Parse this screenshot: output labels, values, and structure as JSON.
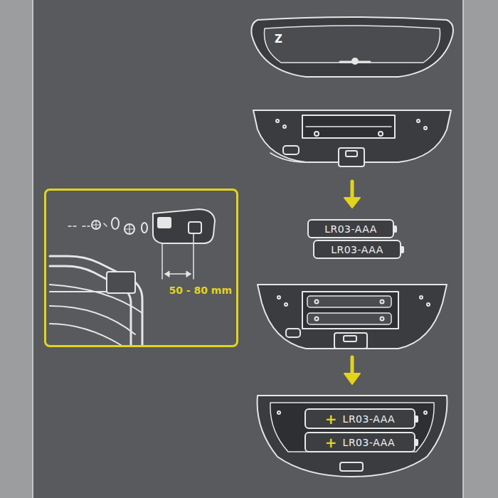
{
  "diagram": {
    "nodes": [
      {
        "text": [
          "50 - 80 mm"
        ]
      },
      {
        "text": [
          "LR03-AAA"
        ]
      },
      {
        "text": [
          "LR03-AAA"
        ]
      },
      {
        "text": [
          "+",
          "LR03-AAA"
        ]
      },
      {
        "text": [
          "+",
          "LR03-AAA"
        ]
      }
    ],
    "labels": [
      "Z"
    ]
  }
}
